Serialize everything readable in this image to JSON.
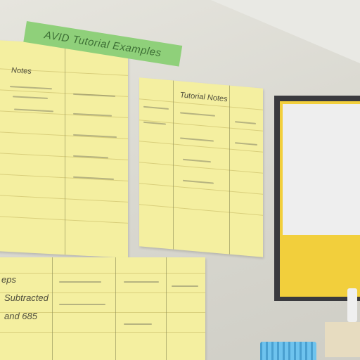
{
  "banner": {
    "text": "AVID Tutorial Examples"
  },
  "charts": {
    "top_left": {
      "header": "Notes"
    },
    "top_right": {
      "header": "Tutorial Notes"
    },
    "bottom_left": {
      "labels": [
        "eps",
        "Subtracted",
        "and 685"
      ]
    }
  },
  "colors": {
    "banner": "#8fd07a",
    "chart_paper": "#f4efa0",
    "board_frame": "#3a3a3e",
    "board_border": "#f2cf3c"
  }
}
